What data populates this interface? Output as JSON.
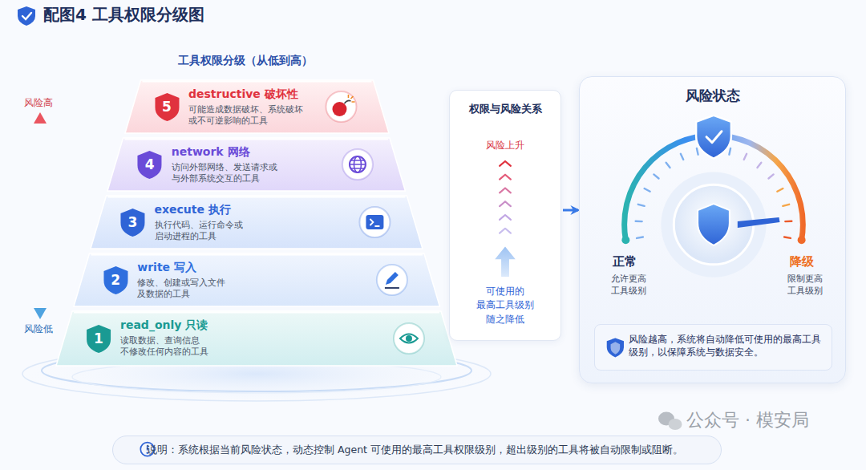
{
  "diagram": {
    "title": "配图4 工具权限分级图",
    "nodes": [
      {
        "text": [
          "5",
          "destructive 破坏性",
          "可能造成数据破坏、系统破坏 或不可逆影响的工具"
        ]
      },
      {
        "text": [
          "4",
          "network 网络",
          "访问外部网络、发送请求或 与外部系统交互的工具"
        ]
      },
      {
        "text": [
          "3",
          "execute 执行",
          "执行代码、运行命令或 启动进程的工具"
        ]
      },
      {
        "text": [
          "2",
          "write 写入",
          "修改、创建或写入文件 及数据的工具"
        ]
      },
      {
        "text": [
          "1",
          "read_only 只读",
          "读取数据、查询信息 不修改任何内容的工具"
        ]
      },
      {
        "text": [
          "权限与风险关系",
          "风险上升",
          "可使用的 最高工具级别 随之降低"
        ]
      },
      {
        "text": [
          "风险状态"
        ]
      },
      {
        "text": [
          "风险越高，系统将自动降低可使用的最高工具级别，以保障系统与数据安全。"
        ],
        "in": 6
      },
      {
        "text": [
          "说明：系统根据当前风险状态，动态控制 Agent 可使用的最高工具权限级别，超出级别的工具将被自动限制或阻断。"
        ]
      }
    ],
    "edges": [
      {
        "from": 5,
        "to": 6,
        "arrow": "to"
      }
    ],
    "labels": [
      "工具权限分级（从低到高）",
      "风险高",
      "风险低",
      "正常",
      "允许更高 工具级别",
      "降级",
      "限制更高 工具级别",
      "公众号 · 模安局"
    ]
  }
}
